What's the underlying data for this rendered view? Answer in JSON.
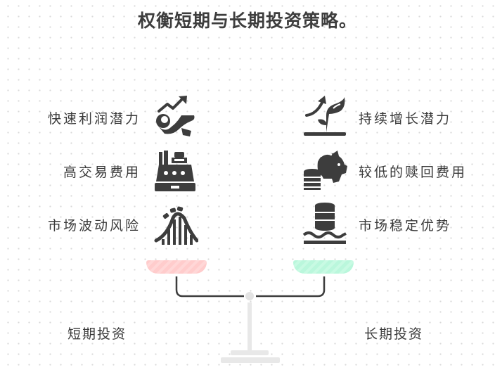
{
  "title": "权衡短期与长期投资策略。",
  "short_term": {
    "label": "短期投资",
    "pan_color": "#ffcccc",
    "items": [
      {
        "label": "快速利润潜力",
        "icon": "profit-growth-icon"
      },
      {
        "label": "高交易费用",
        "icon": "cash-register-icon"
      },
      {
        "label": "市场波动风险",
        "icon": "roller-coaster-icon"
      }
    ]
  },
  "long_term": {
    "label": "长期投资",
    "pan_color": "#baf7dc",
    "items": [
      {
        "label": "持续增长潜力",
        "icon": "sprout-growth-icon"
      },
      {
        "label": "较低的赎回费用",
        "icon": "piggy-bank-coins-icon"
      },
      {
        "label": "市场稳定优势",
        "icon": "coins-on-water-icon"
      }
    ]
  },
  "colors": {
    "icon": "#3d3d3d",
    "beam": "#3d3d3d",
    "stand": "#e3e3e3"
  }
}
